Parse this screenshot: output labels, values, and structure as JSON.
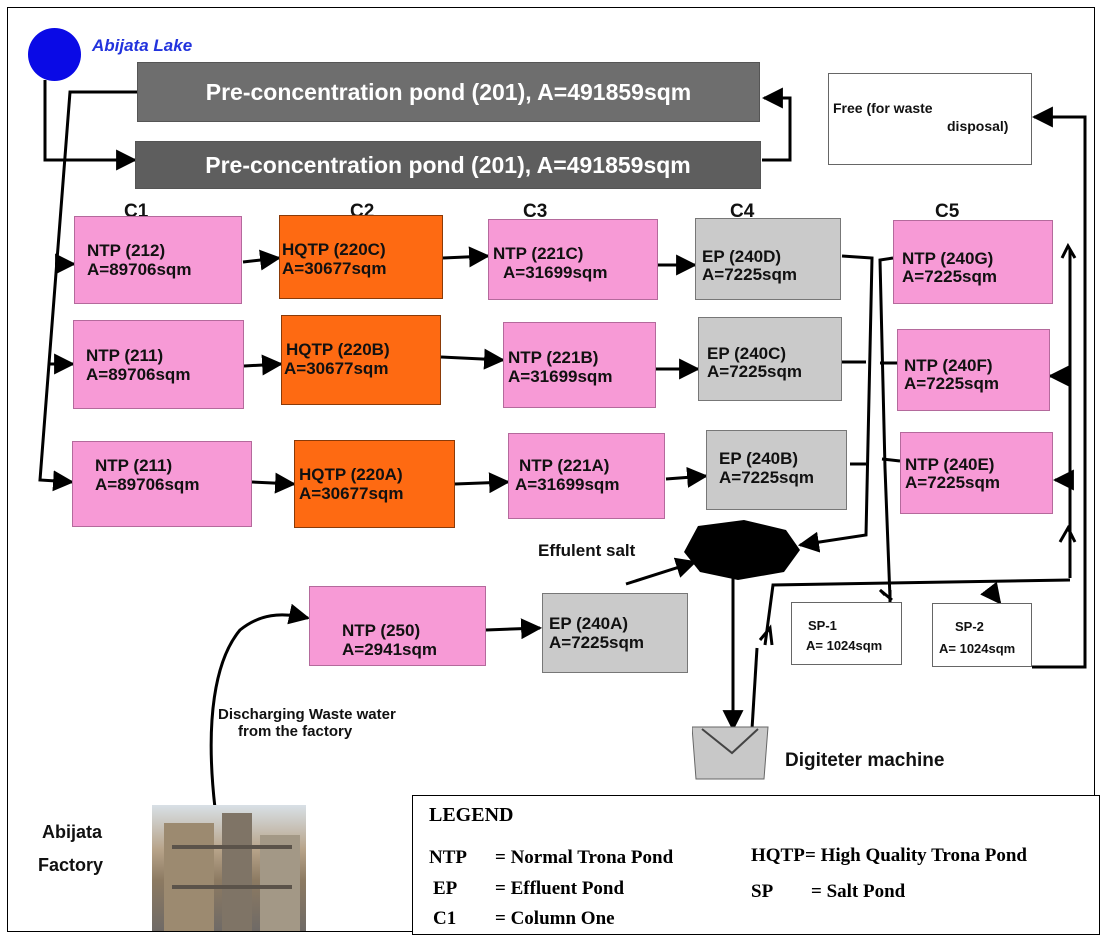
{
  "lake": {
    "label": "Abijata Lake",
    "color": "#0a0ae6"
  },
  "preconc": [
    {
      "label": "Pre-concentration pond (201), A=491859sqm"
    },
    {
      "label": "Pre-concentration pond (201), A=491859sqm"
    }
  ],
  "free": {
    "line1": "Free (for waste",
    "line2": "disposal)"
  },
  "columns": {
    "c1": "C1",
    "c2": "C2",
    "c3": "C3",
    "c4": "C4",
    "c5": "C5"
  },
  "row1": [
    {
      "name": "NTP (212)",
      "area": "A=89706sqm"
    },
    {
      "name": "HQTP (220C)",
      "area": "A=30677sqm"
    },
    {
      "name": "NTP (221C)",
      "area": "A=31699sqm"
    },
    {
      "name": "EP (240D)",
      "area": "A=7225sqm"
    },
    {
      "name": "NTP (240G)",
      "area": "A=7225sqm"
    }
  ],
  "row2": [
    {
      "name": "NTP (211)",
      "area": "A=89706sqm"
    },
    {
      "name": "HQTP (220B)",
      "area": "A=30677sqm"
    },
    {
      "name": "NTP (221B)",
      "area": "A=31699sqm"
    },
    {
      "name": "EP (240C)",
      "area": "A=7225sqm"
    },
    {
      "name": "NTP (240F)",
      "area": "A=7225sqm"
    }
  ],
  "row3": [
    {
      "name": "NTP (211)",
      "area": "A=89706sqm"
    },
    {
      "name": "HQTP (220A)",
      "area": "A=30677sqm"
    },
    {
      "name": "NTP (221A)",
      "area": "A=31699sqm"
    },
    {
      "name": "EP (240B)",
      "area": "A=7225sqm"
    },
    {
      "name": "NTP (240E)",
      "area": "A=7225sqm"
    }
  ],
  "effluent_salt": "Effulent salt",
  "ntp250": {
    "name": "NTP (250)",
    "area": "A=2941sqm"
  },
  "ep240a": {
    "name": "EP (240A)",
    "area": "A=7225sqm"
  },
  "sp1": {
    "name": "SP-1",
    "area": "A= 1024sqm"
  },
  "sp2": {
    "name": "SP-2",
    "area": "A= 1024sqm"
  },
  "discharge": {
    "line1": "Discharging Waste water",
    "line2": "from the factory"
  },
  "digiteter": "Digiteter machine",
  "factory": {
    "line1": "Abijata",
    "line2": "Factory"
  },
  "legend": {
    "title": "LEGEND",
    "items": [
      {
        "abbr": "NTP",
        "desc": "= Normal Trona Pond"
      },
      {
        "abbr": "HQTP",
        "desc": "= High Quality Trona Pond"
      },
      {
        "abbr": "EP",
        "desc": "= Effluent Pond"
      },
      {
        "abbr": "SP",
        "desc": "= Salt Pond"
      },
      {
        "abbr": "C1",
        "desc": "= Column One"
      }
    ]
  }
}
